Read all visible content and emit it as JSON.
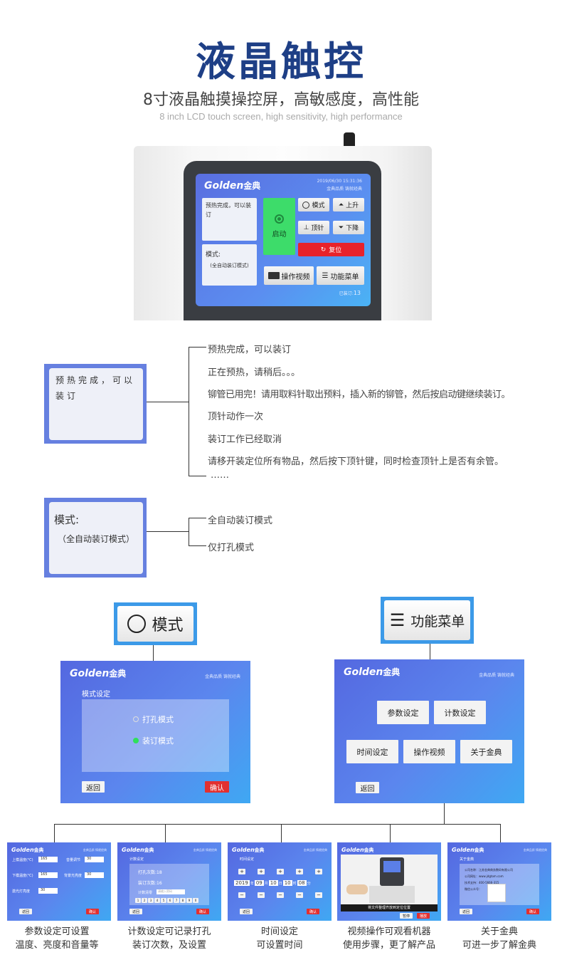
{
  "header": {
    "title": "液晶触控",
    "subtitle": "8寸液晶触摸操控屏，高敏感度，高性能",
    "subtitle_en": "8 inch LCD touch screen, high sensitivity, high performance"
  },
  "device_screen": {
    "logo": "Golden",
    "logo_cn": "金典",
    "datetime": "2019/06/30   15:31:36",
    "slogan": "金典品质 铸就经典",
    "status_message": "预热完成，可以装订",
    "mode_label": "模式:",
    "mode_value": "(全自动装订模式)",
    "start_label": "启动",
    "btn_mode": "模式",
    "btn_up": "上升",
    "btn_pin": "顶针",
    "btn_down": "下降",
    "btn_reset": "复位",
    "btn_video": "操作视频",
    "btn_menu": "功能菜单",
    "count_label": "已装订:",
    "count_value": "13"
  },
  "status_legend": {
    "box_text": "预热完成，可以装订",
    "messages": [
      "预热完成，可以装订",
      "正在预热，请稍后。。。",
      "铆管已用完！请用取料针取出预料，插入新的铆管，然后按启动键继续装订。",
      "顶针动作一次",
      "装订工作已经取消",
      "请移开装定位所有物品，然后按下顶针键，同时检查顶针上是否有余管。",
      "……"
    ]
  },
  "mode_legend": {
    "box_label": "模式:",
    "box_value": "（全自动装订模式）",
    "options": [
      "全自动装订模式",
      "仅打孔模式"
    ]
  },
  "mode_section": {
    "button_label": "模式",
    "screen_title": "模式设定",
    "option_punch": "打孔模式",
    "option_bind": "装订模式",
    "back": "返回",
    "confirm": "确认"
  },
  "menu_section": {
    "button_label": "功能菜单",
    "btn_params": "参数设定",
    "btn_count": "计数设定",
    "btn_time": "时间设定",
    "btn_video": "操作视频",
    "btn_about": "关于金典",
    "back": "返回"
  },
  "thumbs": {
    "params": {
      "upper_temp": "上模温度(℃)",
      "upper_val": "165",
      "volume": "音量调节",
      "volume_val": "30",
      "lower_temp": "下模温度(℃)",
      "lower_val": "165",
      "backlight": "背景光亮度",
      "backlight_val": "30",
      "laser": "激光灯亮度",
      "laser_val": "30",
      "back": "返回",
      "confirm": "确认"
    },
    "count": {
      "title": "计数设定",
      "punch": "打孔次数:18",
      "bind": "装订次数:16",
      "clear": "计数清零",
      "clear_hint": "请输入密码",
      "keys": [
        "1",
        "2",
        "3",
        "4",
        "5",
        "6",
        "7",
        "8",
        "9",
        "0"
      ],
      "back": "返回",
      "confirm": "确认"
    },
    "time": {
      "title": "时间设定",
      "year": "2019",
      "year_u": "年",
      "month": "09",
      "month_u": "月",
      "day": "10",
      "day_u": "日",
      "hour": "10",
      "hour_u": "时",
      "minute": "08",
      "minute_u": "分",
      "back": "返回",
      "confirm": "确认"
    },
    "video": {
      "caption": "将文件整理齐放到定位位置",
      "pause": "暂停",
      "play": "播放"
    },
    "about": {
      "title": "关于金典",
      "line1": "公司名称：江苏金典商务数码有限公司",
      "line2": "公司网址：www.jdgtom.com",
      "line3": "技术支持：400-5666-315",
      "line4": "微信公众号：",
      "back": "返回",
      "confirm": "确认"
    }
  },
  "captions": [
    {
      "l1": "参数设定可设置",
      "l2": "温度、亮度和音量等"
    },
    {
      "l1": "计数设定可记录打孔",
      "l2": "装订次数，及设置"
    },
    {
      "l1": "时间设定",
      "l2": "可设置时间"
    },
    {
      "l1": "视频操作可观看机器",
      "l2": "使用步骤，更了解产品"
    },
    {
      "l1": "关于金典",
      "l2": "可进一步了解金典"
    }
  ]
}
